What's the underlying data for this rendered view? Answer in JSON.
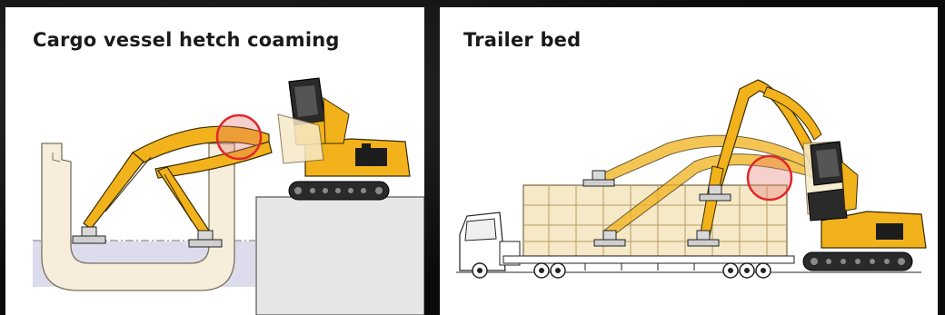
{
  "panels": {
    "left": {
      "title": "Cargo vessel hetch coaming"
    },
    "right": {
      "title": "Trailer bed"
    }
  },
  "colors": {
    "machine_yellow": "#f2b21b",
    "machine_dark": "#1d1d1d",
    "ghost_fill": "#f6e9c8",
    "hull_fill": "#f6eedb",
    "water": "#dcdcec",
    "quay": "#e6e6e6",
    "highlight_circle": "#e0262b"
  },
  "icons": [
    "excavator",
    "magnet-attachment",
    "truck-cab",
    "cargo-trailer",
    "highlight-circle"
  ]
}
